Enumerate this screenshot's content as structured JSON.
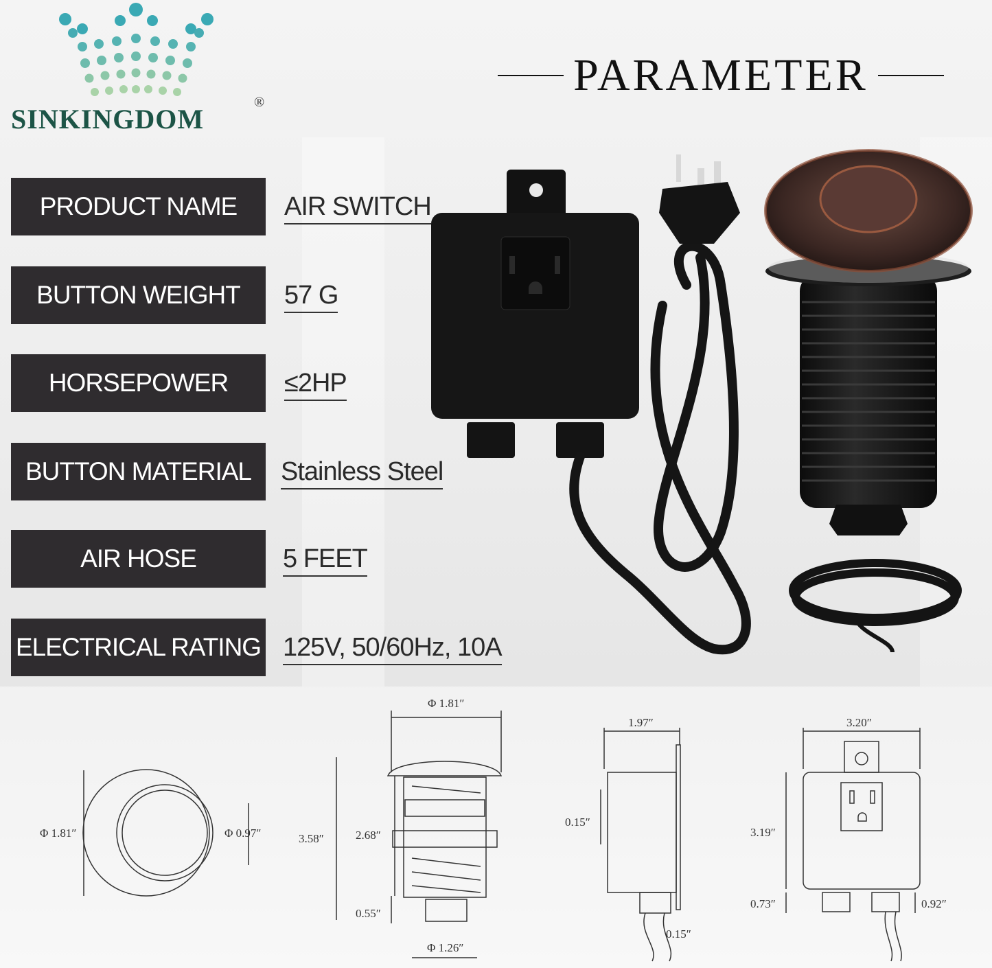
{
  "brand": {
    "name": "SINKINGDOM",
    "registered": "®"
  },
  "header": {
    "title": "PARAMETER"
  },
  "specs": [
    {
      "label": "PRODUCT NAME",
      "value": "AIR SWITCH"
    },
    {
      "label": "BUTTON WEIGHT",
      "value": "57 G"
    },
    {
      "label": "HORSEPOWER",
      "value": "≤2HP"
    },
    {
      "label": "BUTTON MATERIAL",
      "value": "Stainless Steel"
    },
    {
      "label": "AIR HOSE",
      "value": "5 FEET"
    },
    {
      "label": "ELECTRICAL RATING",
      "value": "125V, 50/60Hz, 10A"
    }
  ],
  "dimensions": {
    "top_view": {
      "outer_diameter": "Φ 1.81″",
      "inner_diameter": "Φ 0.97″"
    },
    "side_view": {
      "top_diameter": "Φ 1.81″",
      "total_height": "3.58″",
      "thread_height": "2.68″",
      "base_height": "0.55″",
      "base_diameter": "Φ 1.26″"
    },
    "box_side": {
      "width": "1.97″",
      "tab": "0.15″",
      "bottom_tab": "0.15″"
    },
    "box_front": {
      "width": "3.20″",
      "height": "3.19″",
      "left_offset": "0.73″",
      "right_offset": "0.92″"
    }
  },
  "colors": {
    "label_bg": "#2f2c2f",
    "brand": "#1c5446",
    "button_finish": "oil-rubbed bronze"
  }
}
